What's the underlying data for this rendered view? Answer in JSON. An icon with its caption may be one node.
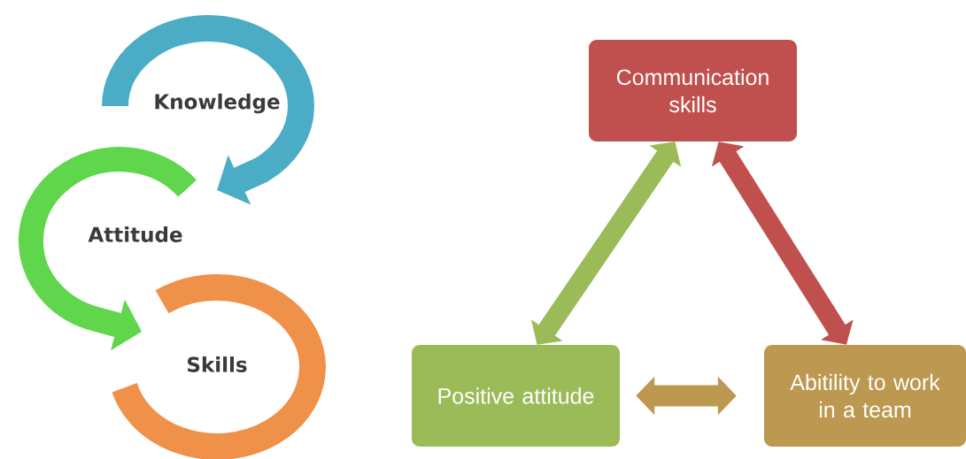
{
  "diagram": {
    "nodes": [
      {
        "text": [
          "Knowledge"
        ]
      },
      {
        "text": [
          "Attitude"
        ]
      },
      {
        "text": [
          "Skills"
        ]
      },
      {
        "text": [
          "Communication skills"
        ]
      },
      {
        "text": [
          "Positive attitude"
        ]
      },
      {
        "text": [
          "Abitility to work in a team"
        ]
      }
    ],
    "edges": [
      {
        "from": 0,
        "to": 1,
        "arrow": "to",
        "color": "#4bacc6"
      },
      {
        "from": 1,
        "to": 2,
        "arrow": "to",
        "color": "#5fd64b"
      },
      {
        "from": 4,
        "to": 3,
        "arrow": "both",
        "color": "#9bbb59"
      },
      {
        "from": 3,
        "to": 5,
        "arrow": "both",
        "color": "#c0504d"
      },
      {
        "from": 4,
        "to": 5,
        "arrow": "both",
        "color": "#bc9850"
      },
      {
        "from": 2,
        "to": 2,
        "arrow": "none",
        "color": "#f0914a"
      }
    ]
  }
}
